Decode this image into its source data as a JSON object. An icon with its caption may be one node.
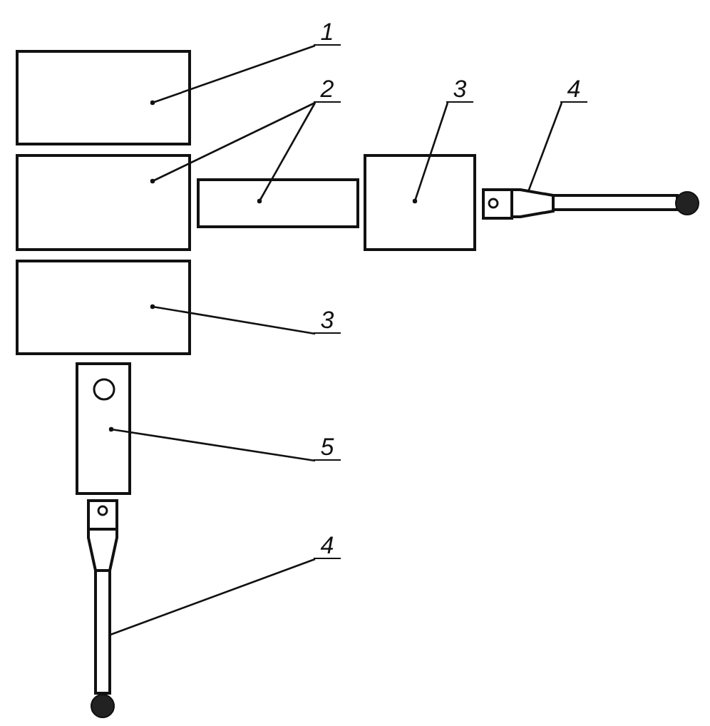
{
  "diagram": {
    "nodes": [
      {
        "text": [
          "1"
        ]
      },
      {
        "text": [
          "2"
        ]
      },
      {
        "text": [
          "3"
        ]
      },
      {
        "text": [
          "4"
        ]
      },
      {
        "text": [],
        "shape": "box"
      },
      {
        "text": [],
        "shape": "box"
      },
      {
        "text": [],
        "shape": "bar"
      },
      {
        "text": [],
        "shape": "box"
      },
      {
        "text": [],
        "shape": "picture"
      },
      {
        "text": [
          "3"
        ]
      },
      {
        "text": [],
        "shape": "box"
      },
      {
        "text": [],
        "shape": "box"
      },
      {
        "text": [
          "5"
        ]
      },
      {
        "text": [],
        "shape": "picture"
      },
      {
        "text": [
          "4"
        ]
      }
    ],
    "edges": [
      {
        "from": 0,
        "to": 4,
        "arrow": "other"
      },
      {
        "from": 1,
        "to": 5,
        "arrow": "other"
      },
      {
        "from": 1,
        "to": 6,
        "arrow": "other"
      },
      {
        "from": 2,
        "to": 7,
        "arrow": "other"
      },
      {
        "from": 3,
        "to": 8,
        "arrow": "other"
      },
      {
        "from": 9,
        "to": 10,
        "arrow": "other"
      },
      {
        "from": 12,
        "to": 11,
        "arrow": "other"
      },
      {
        "from": 14,
        "to": 13,
        "arrow": "other"
      }
    ]
  }
}
